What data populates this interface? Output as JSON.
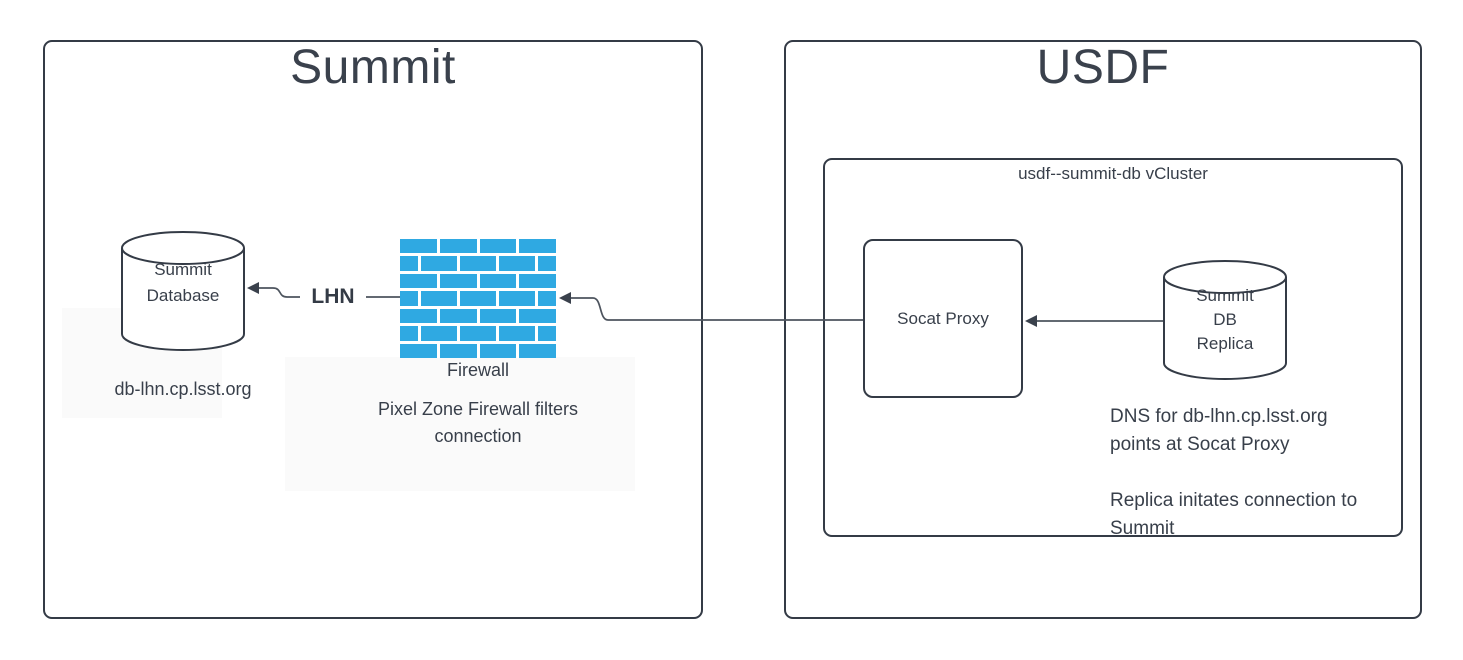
{
  "diagram": {
    "summit": {
      "title": "Summit",
      "database": {
        "label": "Summit\nDatabase",
        "hostname": "db-lhn.cp.lsst.org"
      },
      "firewall": {
        "label": "Firewall",
        "note": "Pixel Zone Firewall filters\nconnection"
      },
      "lhn_link_label": "LHN"
    },
    "usdf": {
      "title": "USDF",
      "vcluster": {
        "label": "usdf--summit-db vCluster",
        "socat_proxy_label": "Socat Proxy",
        "replica_label": "Summit\nDB\nReplica",
        "dns_note": "DNS for db-lhn.cp.lsst.org\npoints at Socat Proxy",
        "replica_note": "Replica initates connection to\nSummit"
      }
    },
    "colors": {
      "stroke": "#343b46",
      "connector": "#4d545e",
      "brick_blue": "#2fa9e2",
      "text": "#383f4a",
      "background": "#ffffff"
    },
    "firewall_icon_rows": [
      [
        2,
        2,
        2,
        2
      ],
      [
        1,
        2,
        2,
        2,
        1
      ],
      [
        2,
        2,
        2,
        2
      ],
      [
        1,
        2,
        2,
        2,
        1
      ],
      [
        2,
        2,
        2,
        2
      ],
      [
        1,
        2,
        2,
        2,
        1
      ],
      [
        2,
        2,
        2,
        2
      ]
    ]
  }
}
